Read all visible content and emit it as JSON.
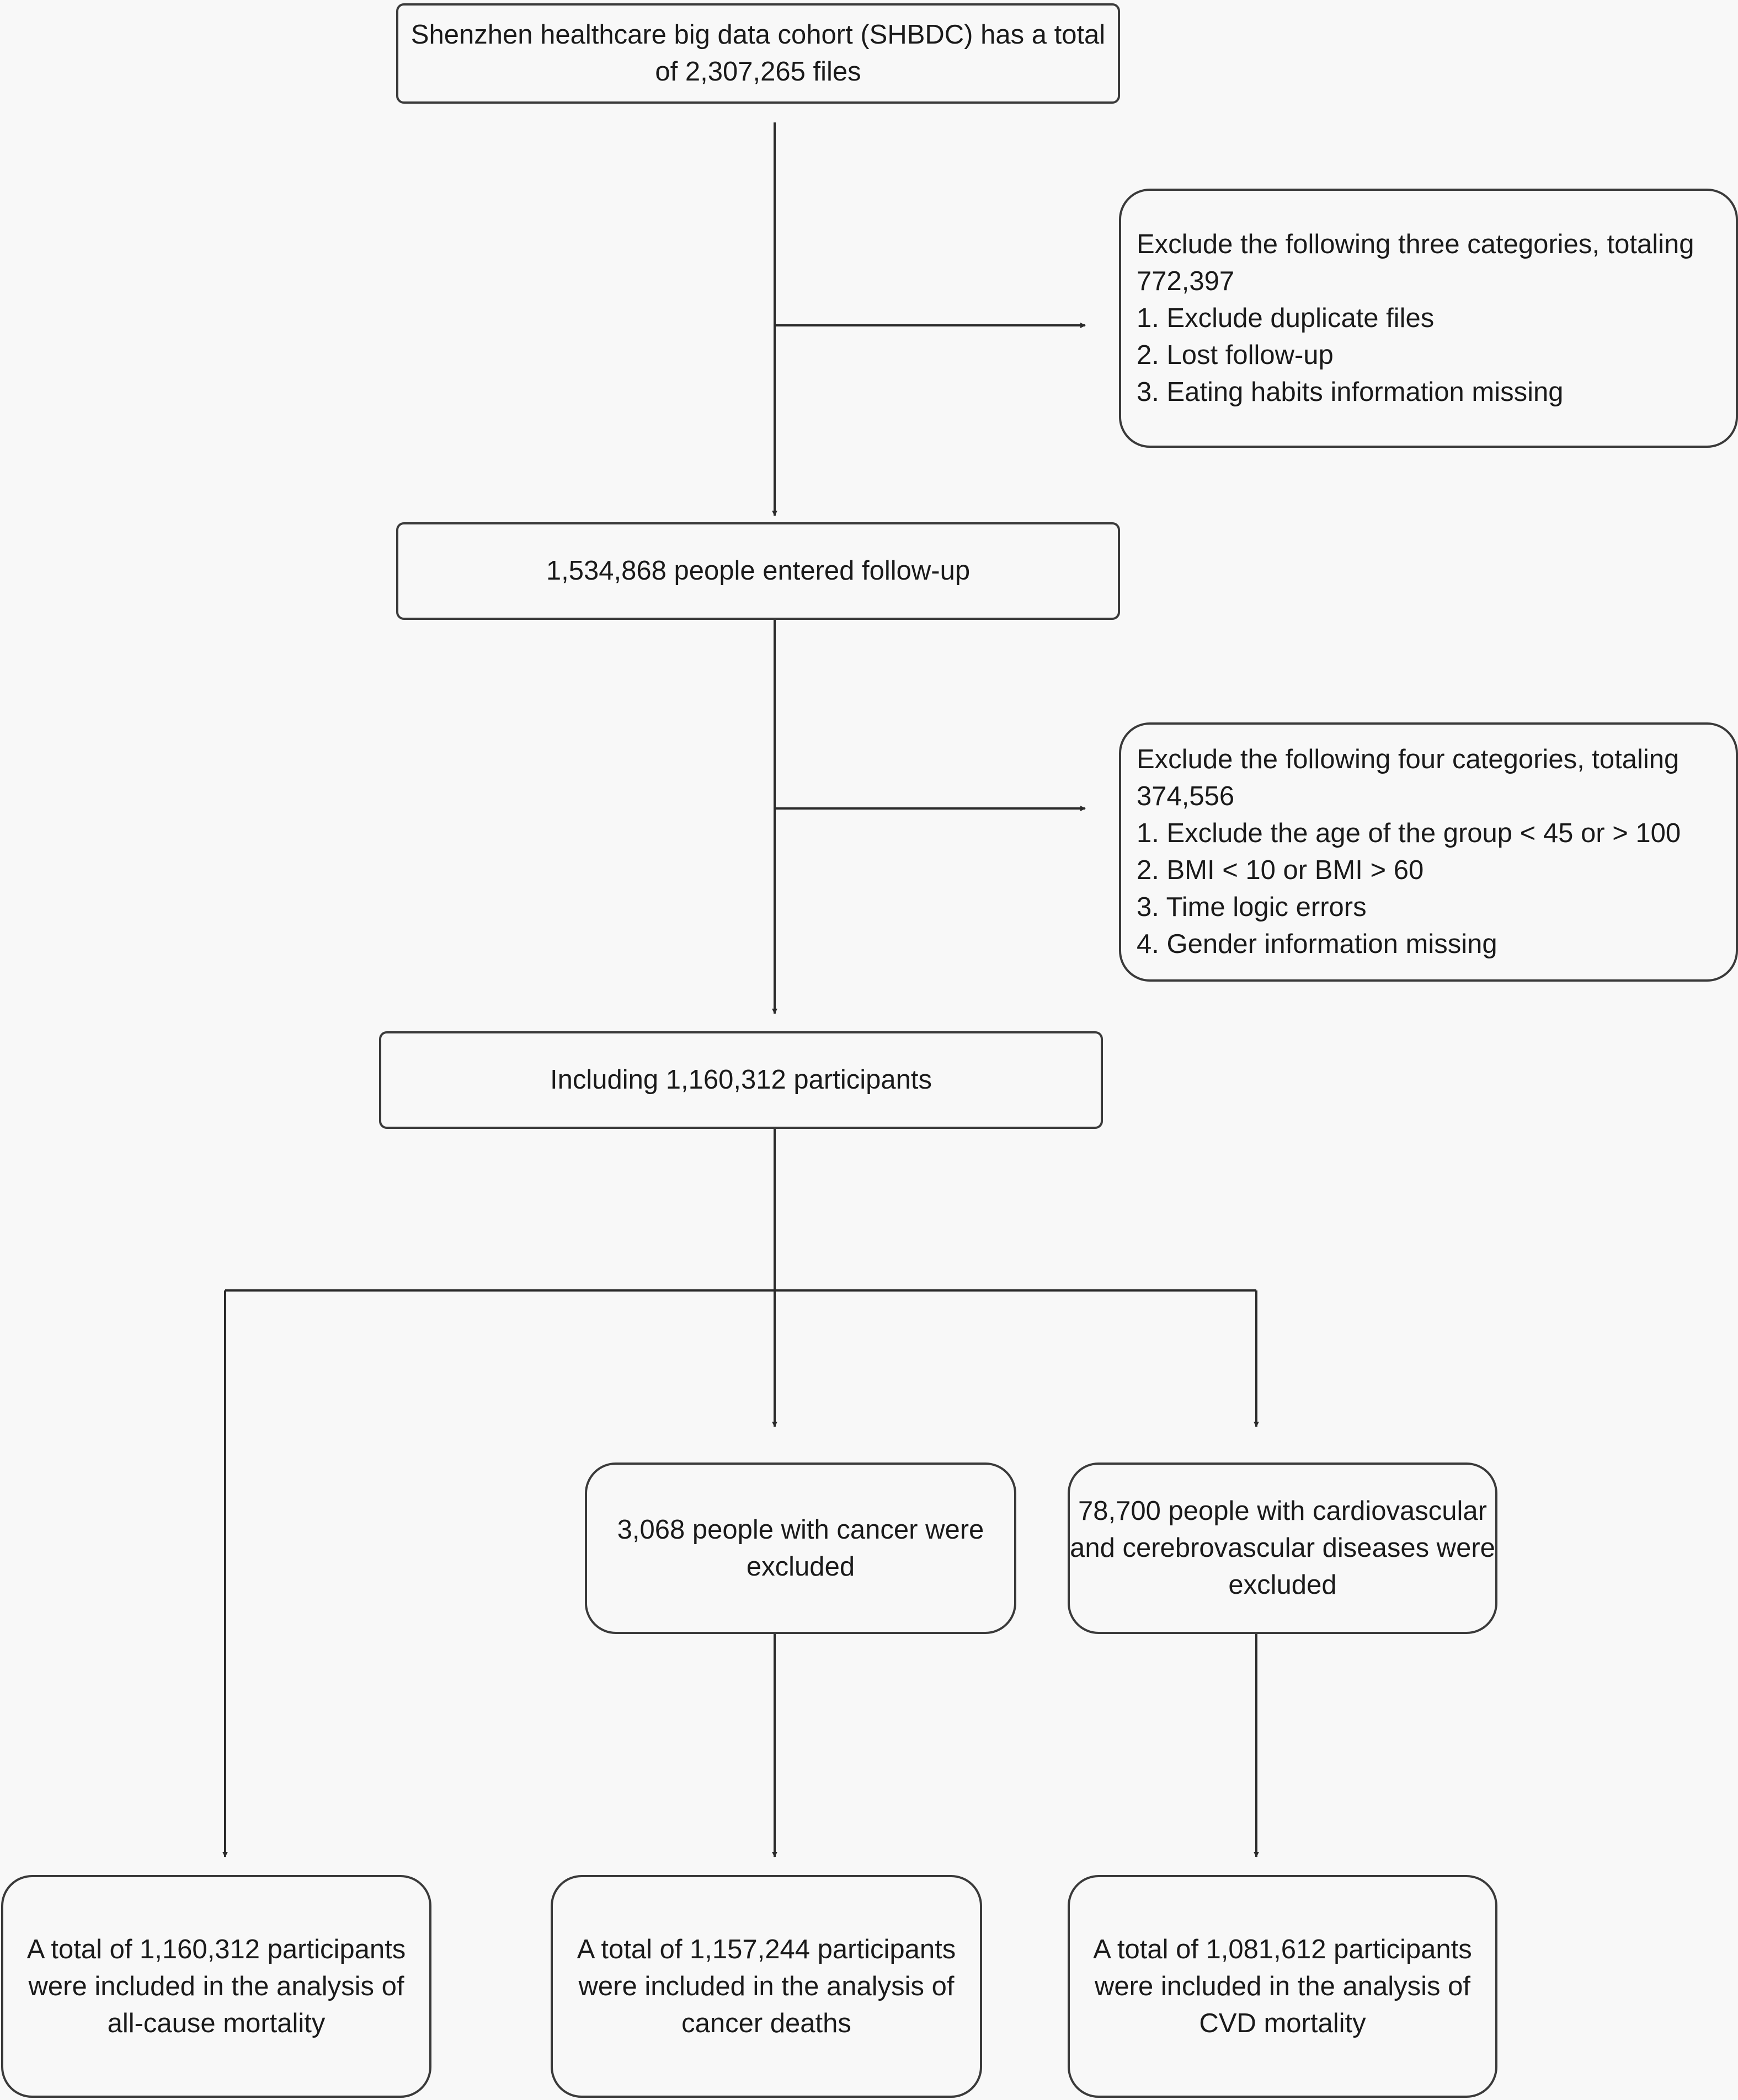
{
  "nodes": {
    "start": {
      "lines": [
        "Shenzhen healthcare big data cohort (SHBDC) has a total",
        "of 2,307,265 files"
      ]
    },
    "exclude1": {
      "lines": [
        "Exclude the following three categories, totaling",
        "772,397",
        "1. Exclude duplicate files",
        "2. Lost follow-up",
        "3. Eating habits information missing"
      ]
    },
    "followup": {
      "lines": [
        "1,534,868 people entered follow-up"
      ]
    },
    "exclude2": {
      "lines": [
        "Exclude the following four categories, totaling",
        "374,556",
        "1. Exclude the age of the group < 45 or > 100",
        "2. BMI < 10 or BMI > 60",
        "3. Time logic errors",
        "4. Gender information missing"
      ]
    },
    "included": {
      "lines": [
        "Including 1,160,312 participants"
      ]
    },
    "cancer_excluded": {
      "lines": [
        "3,068 people with cancer were",
        "excluded"
      ]
    },
    "cvd_excluded": {
      "lines": [
        "78,700 people with cardiovascular",
        "and cerebrovascular diseases were",
        "excluded"
      ]
    },
    "out_allcause": {
      "lines": [
        "A total of 1,160,312 participants",
        "were included in the analysis of",
        "all-cause mortality"
      ]
    },
    "out_cancer": {
      "lines": [
        "A total of 1,157,244 participants",
        "were included in the analysis of",
        "cancer deaths"
      ]
    },
    "out_cvd": {
      "lines": [
        "A total of 1,081,612 participants",
        "were included in the analysis of",
        "CVD mortality"
      ]
    }
  }
}
